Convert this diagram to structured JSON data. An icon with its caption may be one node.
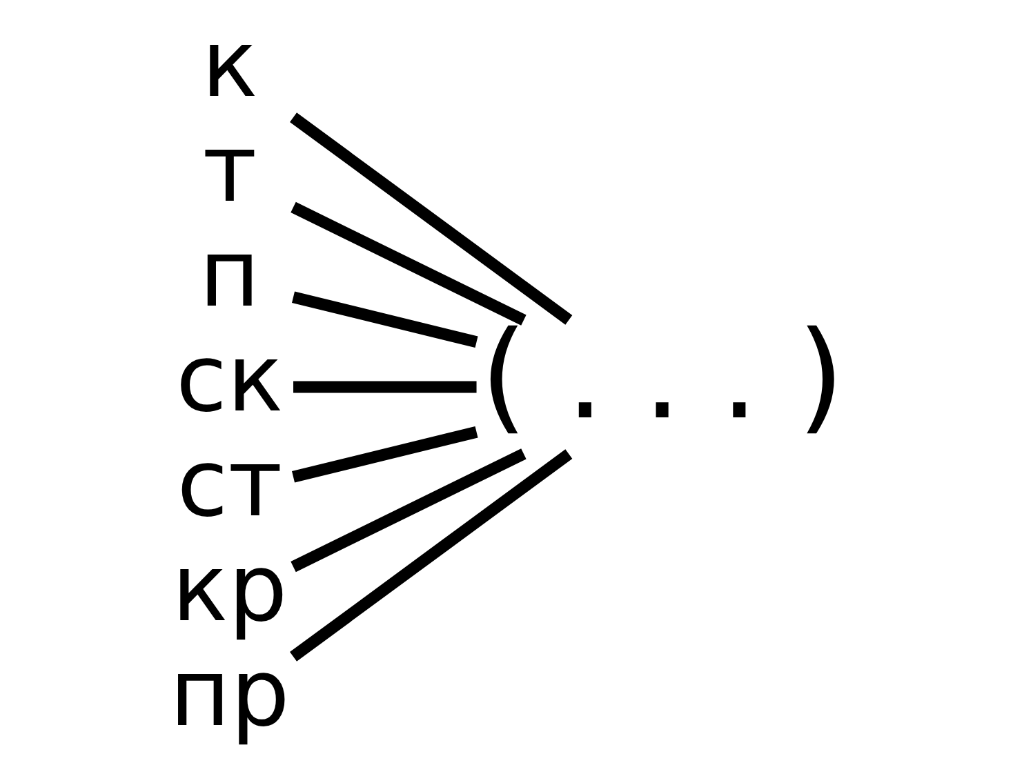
{
  "diagram": {
    "nodes": [
      {
        "text": [
          "к"
        ]
      },
      {
        "text": [
          "т"
        ]
      },
      {
        "text": [
          "п"
        ]
      },
      {
        "text": [
          "ск"
        ]
      },
      {
        "text": [
          "ст"
        ]
      },
      {
        "text": [
          "кр"
        ]
      },
      {
        "text": [
          "пр"
        ]
      },
      {
        "text": [
          "( . . . )"
        ]
      }
    ],
    "edges": [
      {
        "from": 0,
        "to": 7,
        "arrow": "none"
      },
      {
        "from": 1,
        "to": 7,
        "arrow": "none"
      },
      {
        "from": 2,
        "to": 7,
        "arrow": "none"
      },
      {
        "from": 3,
        "to": 7,
        "arrow": "none"
      },
      {
        "from": 4,
        "to": 7,
        "arrow": "none"
      },
      {
        "from": 5,
        "to": 7,
        "arrow": "none"
      },
      {
        "from": 6,
        "to": 7,
        "arrow": "none"
      }
    ]
  }
}
